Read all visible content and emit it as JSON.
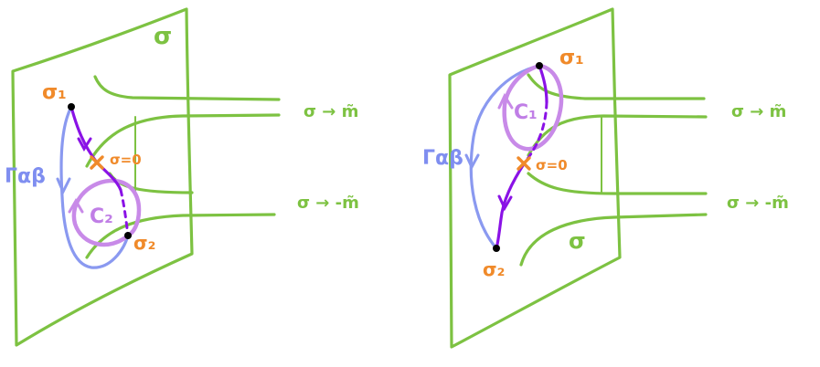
{
  "figures": [
    {
      "id": "left",
      "sheet_label": "σ",
      "start_point": "σ₁",
      "end_point": "σ₂",
      "saddle_label": "σ=0",
      "loop_label": "C₂",
      "gamma_label": "Γαβ",
      "tube_top_label": "σ → m̃",
      "tube_bottom_label": "σ → -m̃"
    },
    {
      "id": "right",
      "sheet_label": "σ",
      "start_point": "σ₁",
      "end_point": "σ₂",
      "saddle_label": "σ=0",
      "loop_label": "C₁",
      "gamma_label": "Γαβ",
      "tube_top_label": "σ → m̃",
      "tube_bottom_label": "σ → -m̃"
    }
  ],
  "colors": {
    "sheet": "#7dc242",
    "path": "#8a12e6",
    "loop": "#c88ae8",
    "gamma": "#8a99f0",
    "marker": "#f08a2a"
  }
}
